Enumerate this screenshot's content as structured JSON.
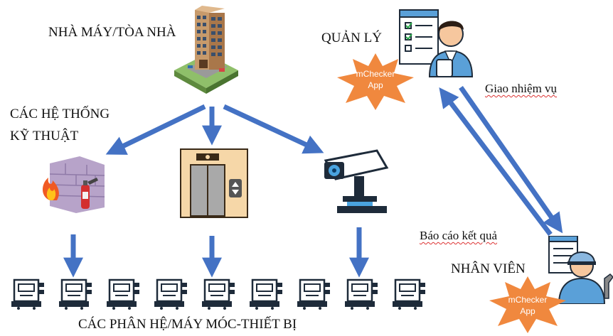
{
  "labels": {
    "factory": "NHÀ MÁY/TÒA NHÀ",
    "systems_line1": "CÁC HỆ THỐNG",
    "systems_line2": "KỸ THUẬT",
    "manager": "QUẢN LÝ",
    "staff": "NHÂN VIÊN",
    "assign_task": "Giao nhiệm vụ",
    "report": "Báo cáo kết quả",
    "subsystems": "CÁC PHÂN HỆ/MÁY MÓC-THIẾT BỊ"
  },
  "app_badge": {
    "name": "mChecker",
    "sub": "App"
  },
  "icons": {
    "building": "building-icon",
    "manager": "manager-checklist-icon",
    "staff": "technician-icon",
    "fire": "fire-protection-icon",
    "elevator": "elevator-icon",
    "camera": "security-camera-icon",
    "machine": "machine-icon"
  },
  "machine_count": 9,
  "colors": {
    "arrow": "#4472c4",
    "badge": "#f0883e",
    "badge_text": "#ffffff",
    "text": "#111111",
    "underline": "#d33333"
  }
}
